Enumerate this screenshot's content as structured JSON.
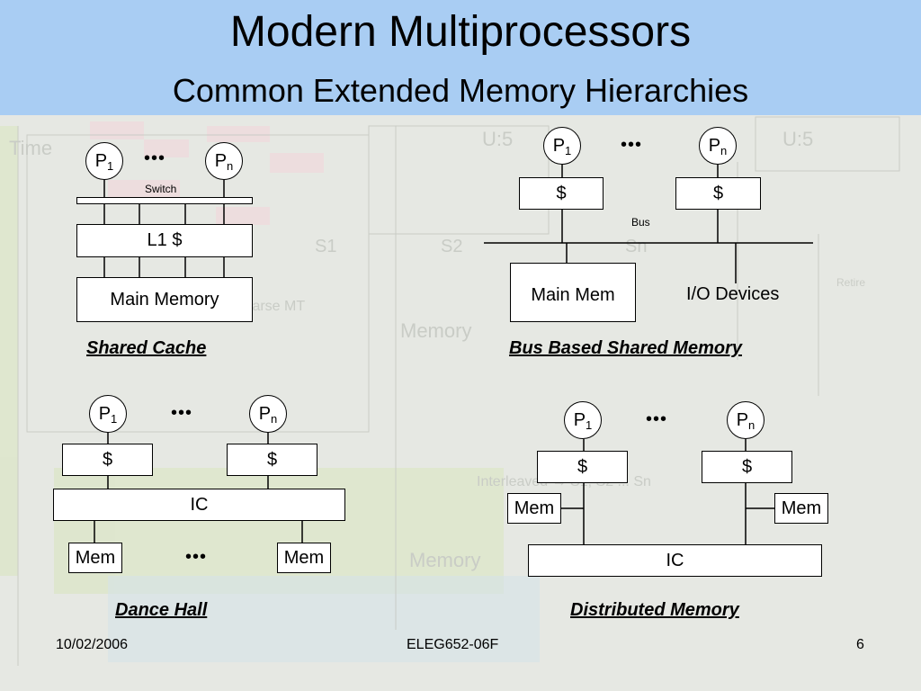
{
  "slide": {
    "title": "Modern Multiprocessors",
    "subtitle": "Common Extended Memory Hierarchies",
    "footer_date": "10/02/2006",
    "footer_course": "ELEG652-06F",
    "footer_page": "6"
  },
  "proc": {
    "p1_base": "P",
    "p1_sub": "1",
    "pn_base": "P",
    "pn_sub": "n"
  },
  "dots": "•••",
  "shared_cache": {
    "switch_label": "Switch",
    "cache_label": "L1 $",
    "memory_label": "Main Memory",
    "caption": "Shared Cache"
  },
  "bus_based": {
    "cache_label": "$",
    "bus_label": "Bus",
    "memory_label": "Main Mem",
    "io_label": "I/O Devices",
    "caption": "Bus Based Shared Memory"
  },
  "dance_hall": {
    "cache_label": "$",
    "ic_label": "IC",
    "mem_label": "Mem",
    "caption": "Dance Hall"
  },
  "distributed": {
    "cache_label": "$",
    "mem_label": "Mem",
    "ic_label": "IC",
    "caption": "Distributed Memory"
  }
}
